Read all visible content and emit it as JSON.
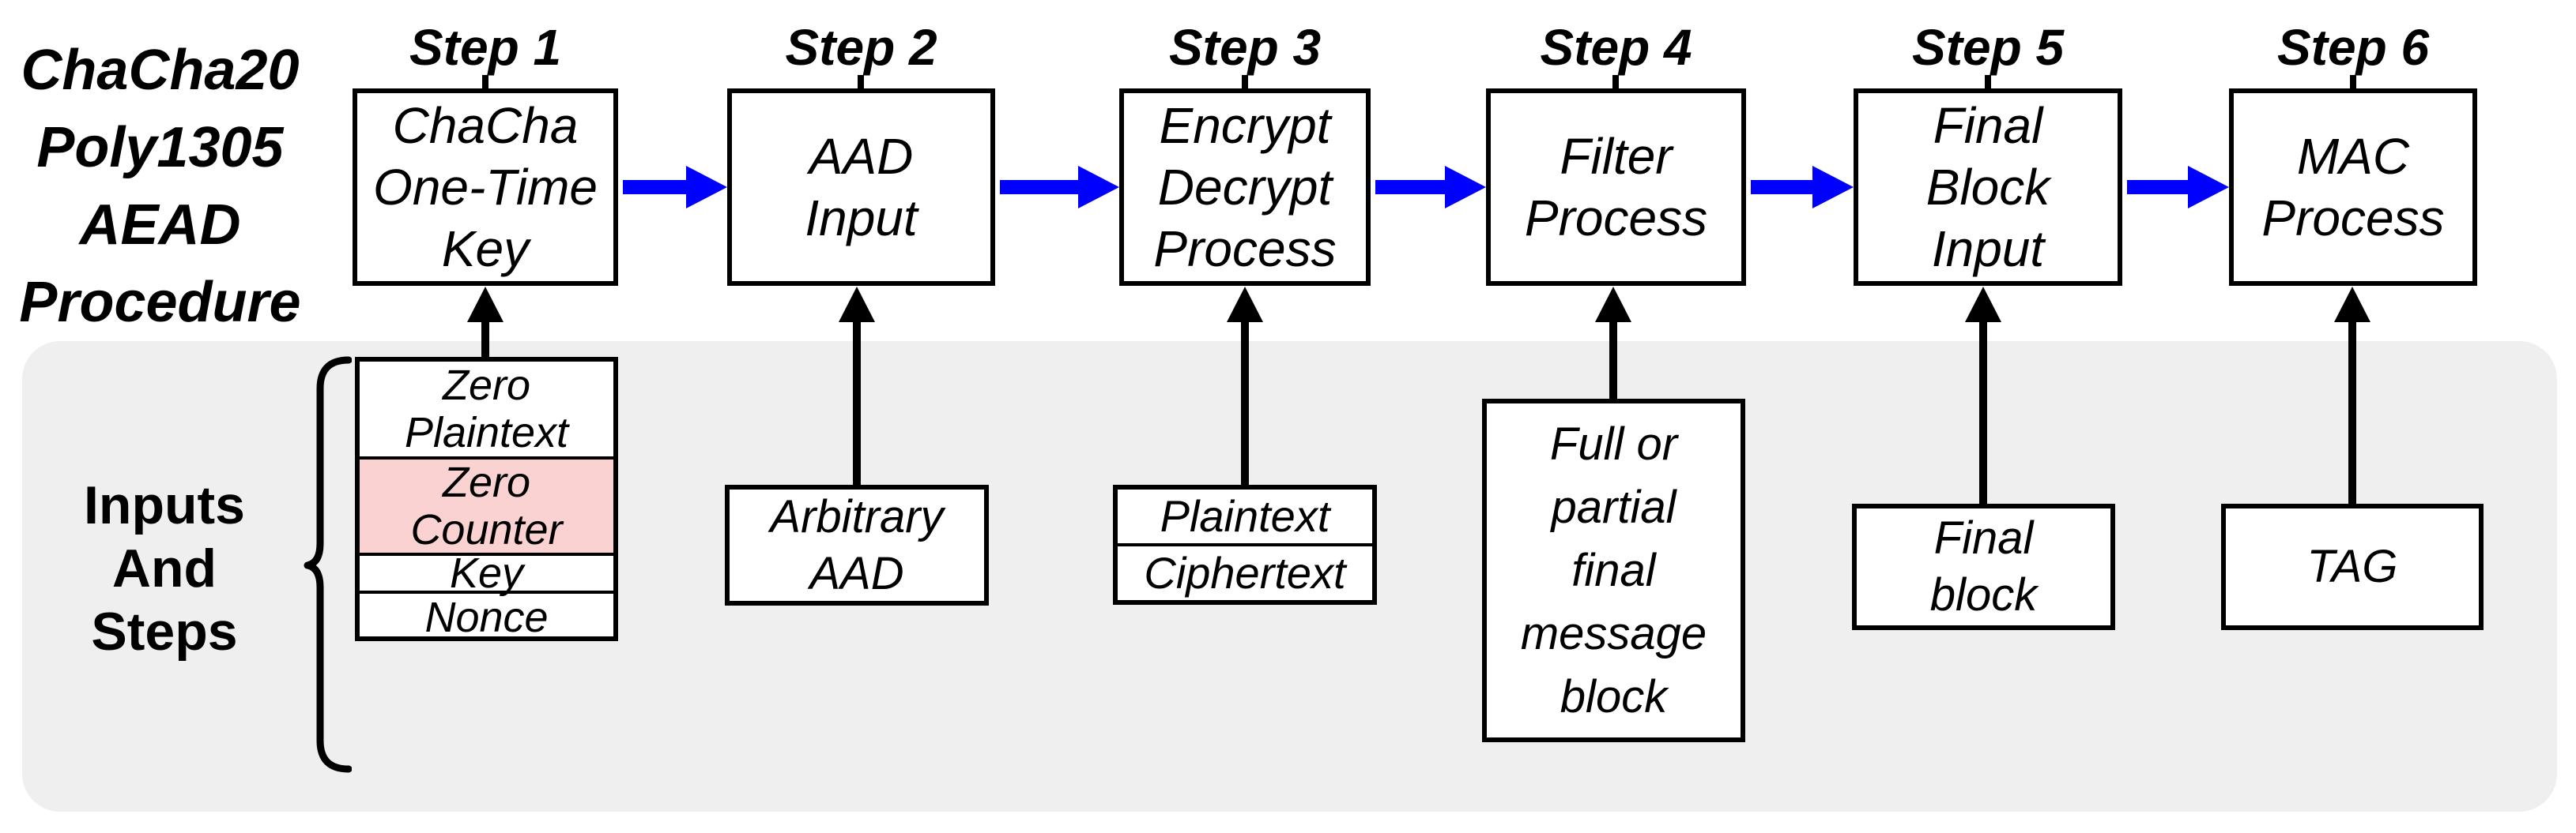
{
  "title": {
    "lines": [
      "ChaCha20",
      "Poly1305",
      "AEAD",
      "Procedure"
    ]
  },
  "steps": [
    {
      "label": "Step 1",
      "box_lines": [
        "ChaCha",
        "One-Time",
        "Key"
      ]
    },
    {
      "label": "Step 2",
      "box_lines": [
        "AAD",
        "Input"
      ]
    },
    {
      "label": "Step 3",
      "box_lines": [
        "Encrypt",
        "Decrypt",
        "Process"
      ]
    },
    {
      "label": "Step 4",
      "box_lines": [
        "Filter",
        "Process"
      ]
    },
    {
      "label": "Step 5",
      "box_lines": [
        "Final",
        "Block",
        "Input"
      ]
    },
    {
      "label": "Step 6",
      "box_lines": [
        "MAC",
        "Process"
      ]
    }
  ],
  "inputs_panel": {
    "label_lines": [
      "Inputs",
      "And",
      "Steps"
    ],
    "stacked_input_cells": [
      {
        "line1": "Zero",
        "line2": "Plaintext",
        "highlighted": false
      },
      {
        "line1": "Zero",
        "line2": "Counter",
        "highlighted": true
      },
      {
        "line1": "Key",
        "highlighted": false
      },
      {
        "line1": "Nonce",
        "highlighted": false
      }
    ],
    "aad_input": {
      "lines": [
        "Arbitrary",
        "AAD"
      ]
    },
    "plaintext_ciphertext_input": {
      "cells": [
        "Plaintext",
        "Ciphertext"
      ]
    },
    "final_message_input": {
      "lines": [
        "Full or",
        "partial",
        "final",
        "message",
        "block"
      ]
    },
    "final_block_input": {
      "lines": [
        "Final",
        "block"
      ]
    },
    "tag_input": {
      "line": "TAG"
    }
  },
  "colors": {
    "flow_arrow_blue": "#0000ff",
    "input_arrow_black": "#000000",
    "highlight_pink": "#fad2d2",
    "panel_gray": "#efefef",
    "box_border": "#000000",
    "background": "#ffffff"
  }
}
